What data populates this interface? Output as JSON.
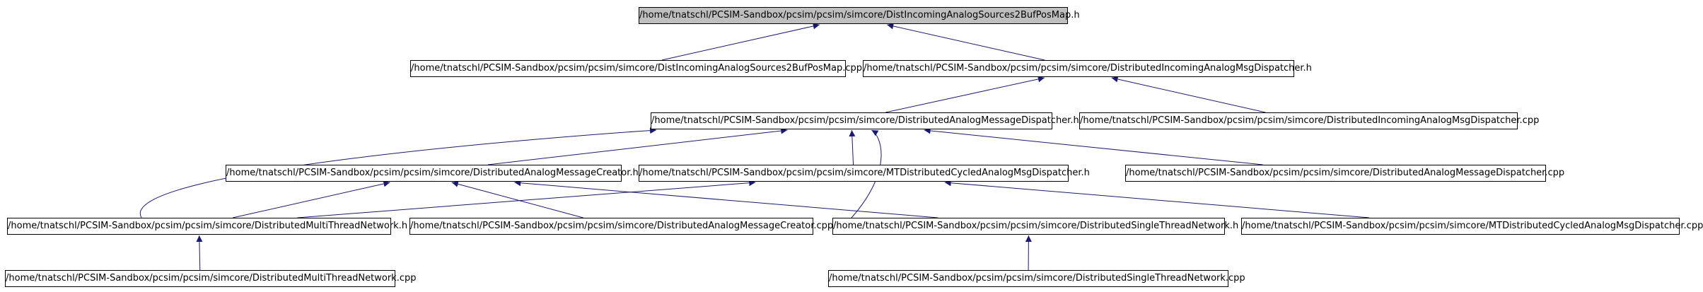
{
  "colors": {
    "edge": "#191970",
    "root_fill": "#bfbfbf",
    "node_fill": "#ffffff",
    "border": "#000000"
  },
  "nodes": {
    "root": "/home/tnatschl/PCSIM-Sandbox/pcsim/pcsim/simcore/DistIncomingAnalogSources2BufPosMap.h",
    "dist_incoming_sources_cpp": "/home/tnatschl/PCSIM-Sandbox/pcsim/pcsim/simcore/DistIncomingAnalogSources2BufPosMap.cpp",
    "dist_incoming_dispatcher_h": "/home/tnatschl/PCSIM-Sandbox/pcsim/pcsim/simcore/DistributedIncomingAnalogMsgDispatcher.h",
    "dist_analog_message_dispatcher_h": "/home/tnatschl/PCSIM-Sandbox/pcsim/pcsim/simcore/DistributedAnalogMessageDispatcher.h",
    "dist_incoming_dispatcher_cpp": "/home/tnatschl/PCSIM-Sandbox/pcsim/pcsim/simcore/DistributedIncomingAnalogMsgDispatcher.cpp",
    "dist_analog_message_creator_h": "/home/tnatschl/PCSIM-Sandbox/pcsim/pcsim/simcore/DistributedAnalogMessageCreator.h",
    "mt_dist_cycled_dispatcher_h": "/home/tnatschl/PCSIM-Sandbox/pcsim/pcsim/simcore/MTDistributedCycledAnalogMsgDispatcher.h",
    "dist_analog_message_dispatcher_cpp": "/home/tnatschl/PCSIM-Sandbox/pcsim/pcsim/simcore/DistributedAnalogMessageDispatcher.cpp",
    "dist_multi_thread_network_h": "/home/tnatschl/PCSIM-Sandbox/pcsim/pcsim/simcore/DistributedMultiThreadNetwork.h",
    "dist_analog_message_creator_cpp": "/home/tnatschl/PCSIM-Sandbox/pcsim/pcsim/simcore/DistributedAnalogMessageCreator.cpp",
    "dist_single_thread_network_h": "/home/tnatschl/PCSIM-Sandbox/pcsim/pcsim/simcore/DistributedSingleThreadNetwork.h",
    "mt_dist_cycled_dispatcher_cpp": "/home/tnatschl/PCSIM-Sandbox/pcsim/pcsim/simcore/MTDistributedCycledAnalogMsgDispatcher.cpp",
    "dist_multi_thread_network_cpp": "/home/tnatschl/PCSIM-Sandbox/pcsim/pcsim/simcore/DistributedMultiThreadNetwork.cpp",
    "dist_single_thread_network_cpp": "/home/tnatschl/PCSIM-Sandbox/pcsim/pcsim/simcore/DistributedSingleThreadNetwork.cpp"
  },
  "edges": [
    {
      "from": "dist_incoming_sources_cpp",
      "to": "root"
    },
    {
      "from": "dist_incoming_dispatcher_h",
      "to": "root"
    },
    {
      "from": "dist_analog_message_dispatcher_h",
      "to": "dist_incoming_dispatcher_h"
    },
    {
      "from": "dist_incoming_dispatcher_cpp",
      "to": "dist_incoming_dispatcher_h"
    },
    {
      "from": "dist_analog_message_creator_h",
      "to": "dist_analog_message_dispatcher_h"
    },
    {
      "from": "mt_dist_cycled_dispatcher_h",
      "to": "dist_analog_message_dispatcher_h"
    },
    {
      "from": "dist_analog_message_dispatcher_cpp",
      "to": "dist_analog_message_dispatcher_h"
    },
    {
      "from": "dist_multi_thread_network_h",
      "to": "dist_analog_message_dispatcher_h"
    },
    {
      "from": "dist_single_thread_network_h",
      "to": "dist_analog_message_dispatcher_h"
    },
    {
      "from": "dist_multi_thread_network_h",
      "to": "dist_analog_message_creator_h"
    },
    {
      "from": "dist_analog_message_creator_cpp",
      "to": "dist_analog_message_creator_h"
    },
    {
      "from": "dist_single_thread_network_h",
      "to": "dist_analog_message_creator_h"
    },
    {
      "from": "dist_multi_thread_network_h",
      "to": "mt_dist_cycled_dispatcher_h"
    },
    {
      "from": "mt_dist_cycled_dispatcher_cpp",
      "to": "mt_dist_cycled_dispatcher_h"
    },
    {
      "from": "dist_multi_thread_network_cpp",
      "to": "dist_multi_thread_network_h"
    },
    {
      "from": "dist_single_thread_network_cpp",
      "to": "dist_single_thread_network_h"
    }
  ]
}
